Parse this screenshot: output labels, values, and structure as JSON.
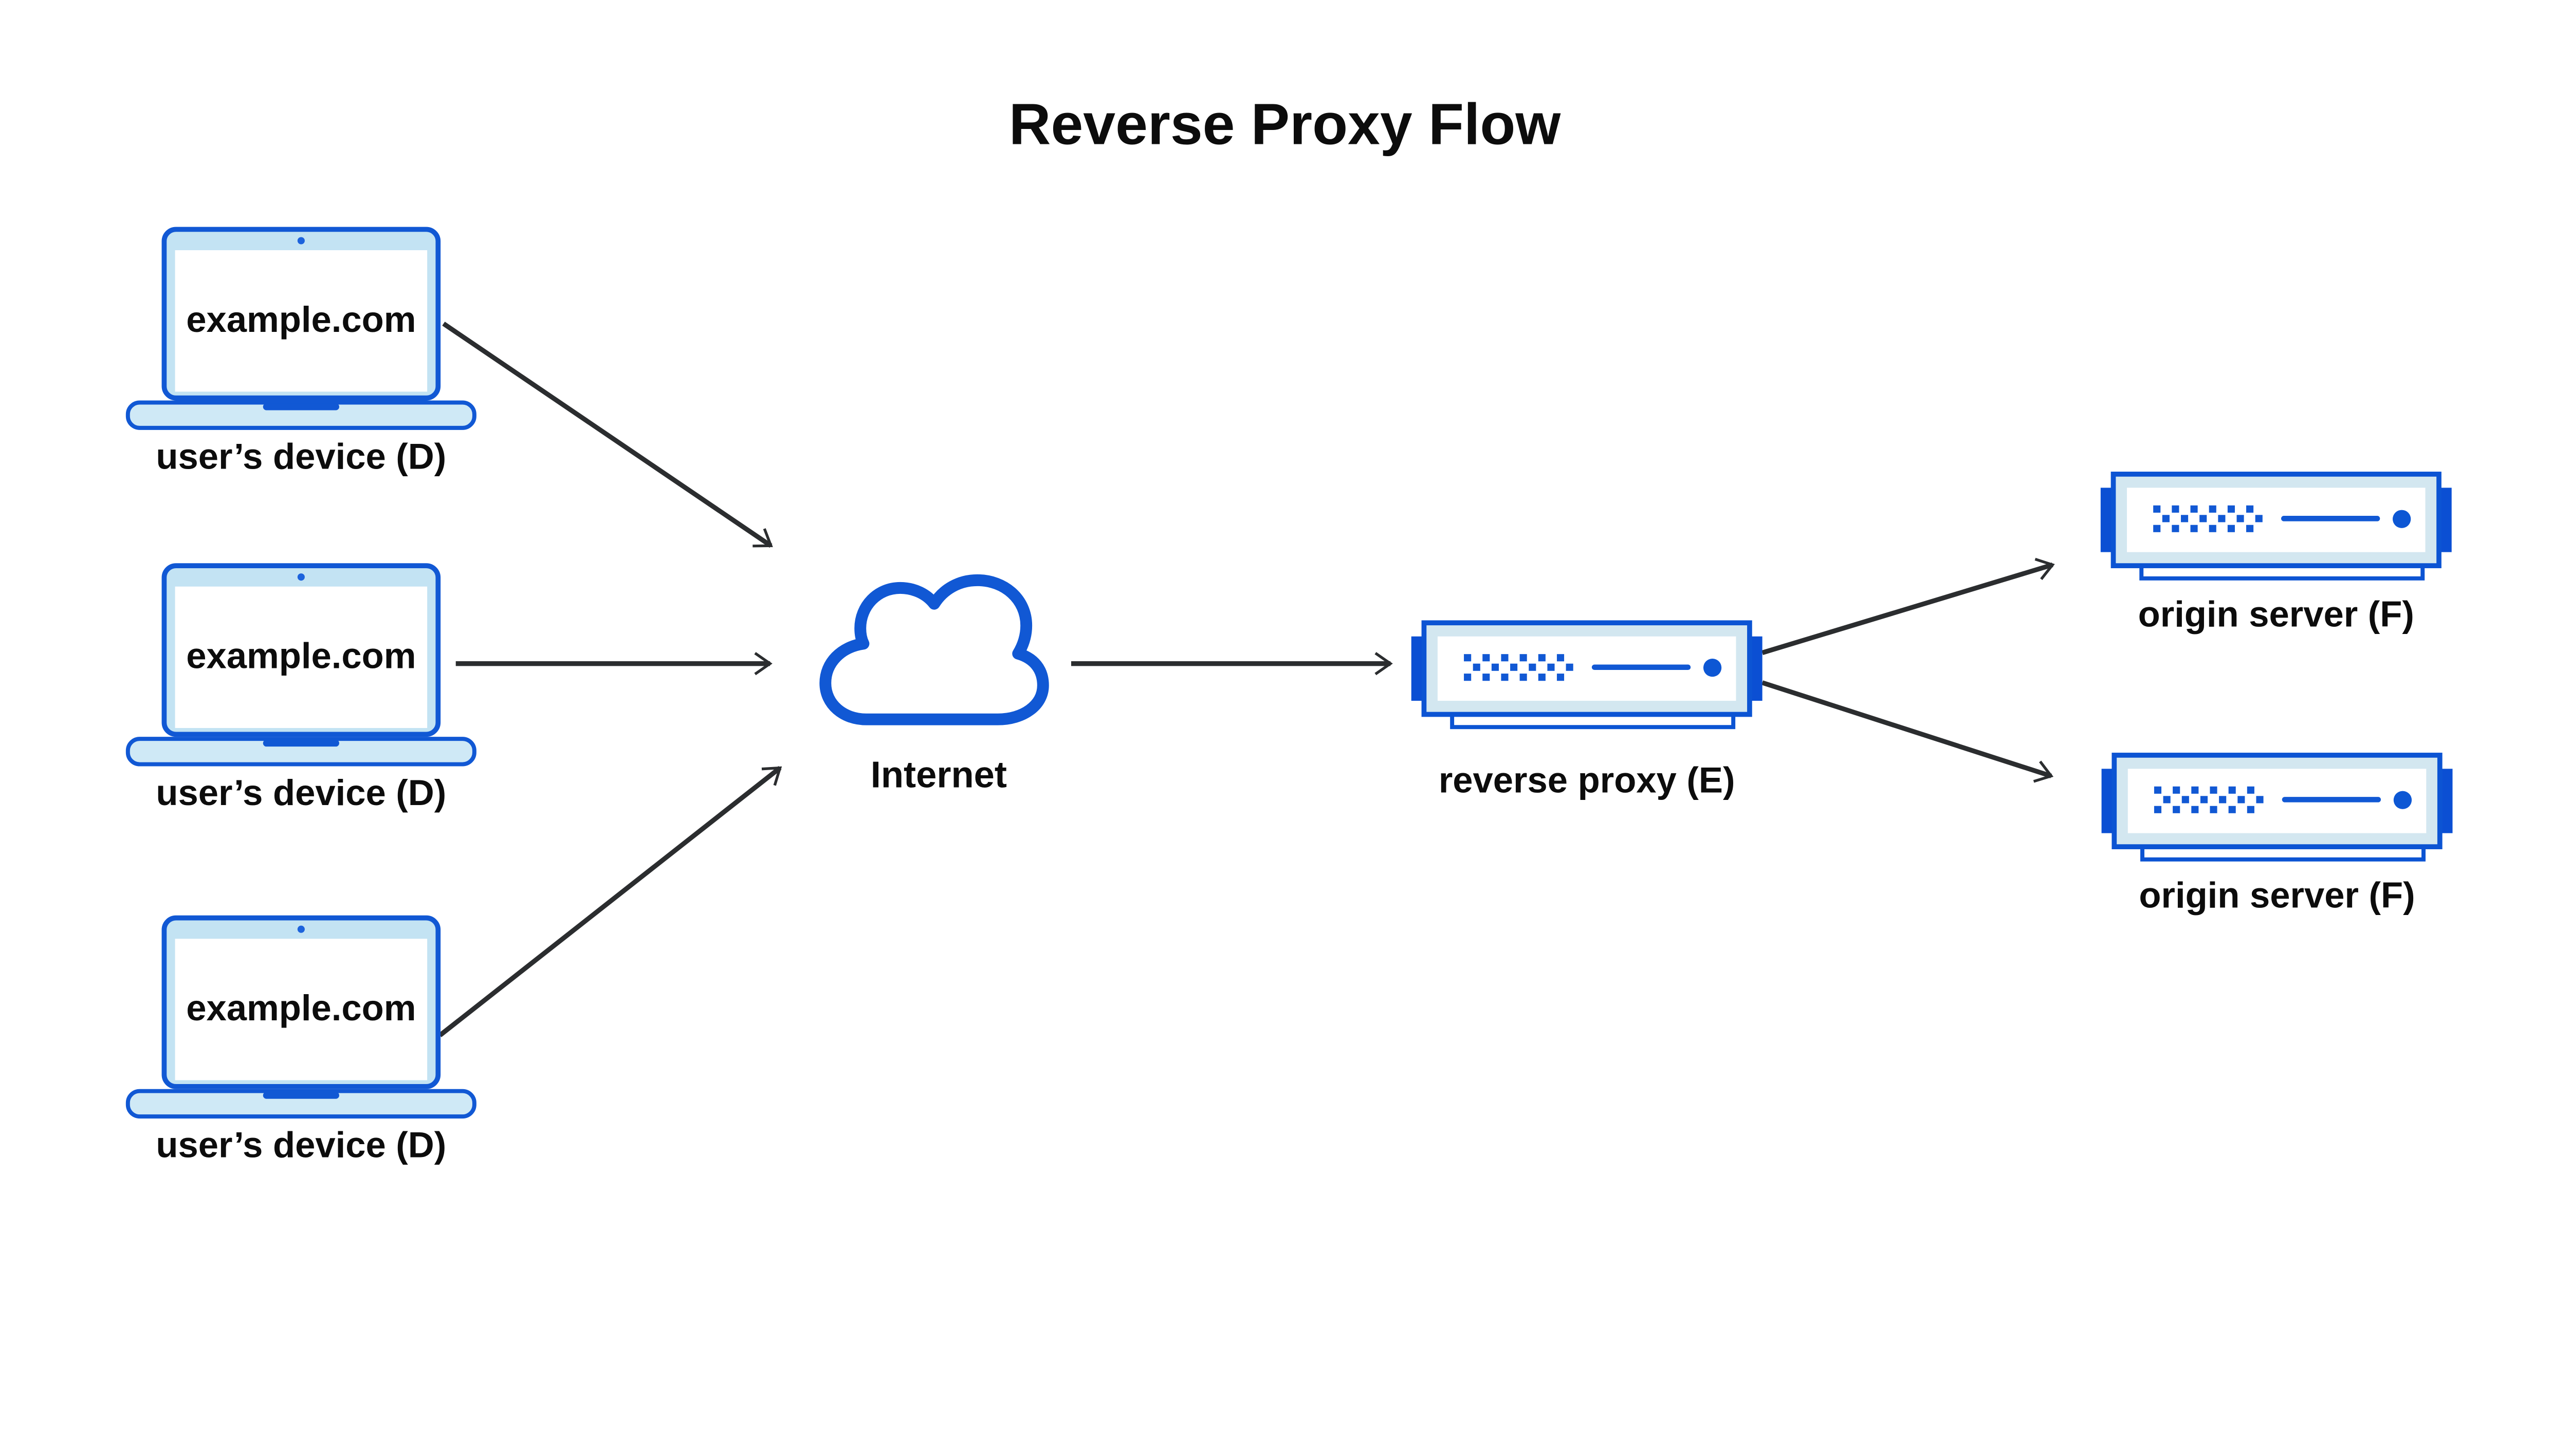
{
  "title": "Reverse Proxy Flow",
  "diagram": {
    "devices": [
      {
        "screen_text": "example.com",
        "label": "user’s device (D)"
      },
      {
        "screen_text": "example.com",
        "label": "user’s device (D)"
      },
      {
        "screen_text": "example.com",
        "label": "user’s device (D)"
      }
    ],
    "internet": {
      "label": "Internet"
    },
    "proxy": {
      "label": "reverse proxy (E)"
    },
    "origins": [
      {
        "label": "origin server (F)"
      },
      {
        "label": "origin server (F)"
      }
    ],
    "icons": {
      "device": "laptop-icon",
      "internet": "cloud-icon",
      "proxy": "server-icon",
      "origin": "server-icon"
    }
  },
  "colors": {
    "accent_blue": "#1158d4",
    "tab_blue": "#0b4fd3",
    "laptop_light_blue": "#c3e3f3",
    "server_light_blue": "#d3e7f0",
    "arrow": "#2b2d2f",
    "text": "#0c0c0c",
    "background": "#ffffff"
  }
}
